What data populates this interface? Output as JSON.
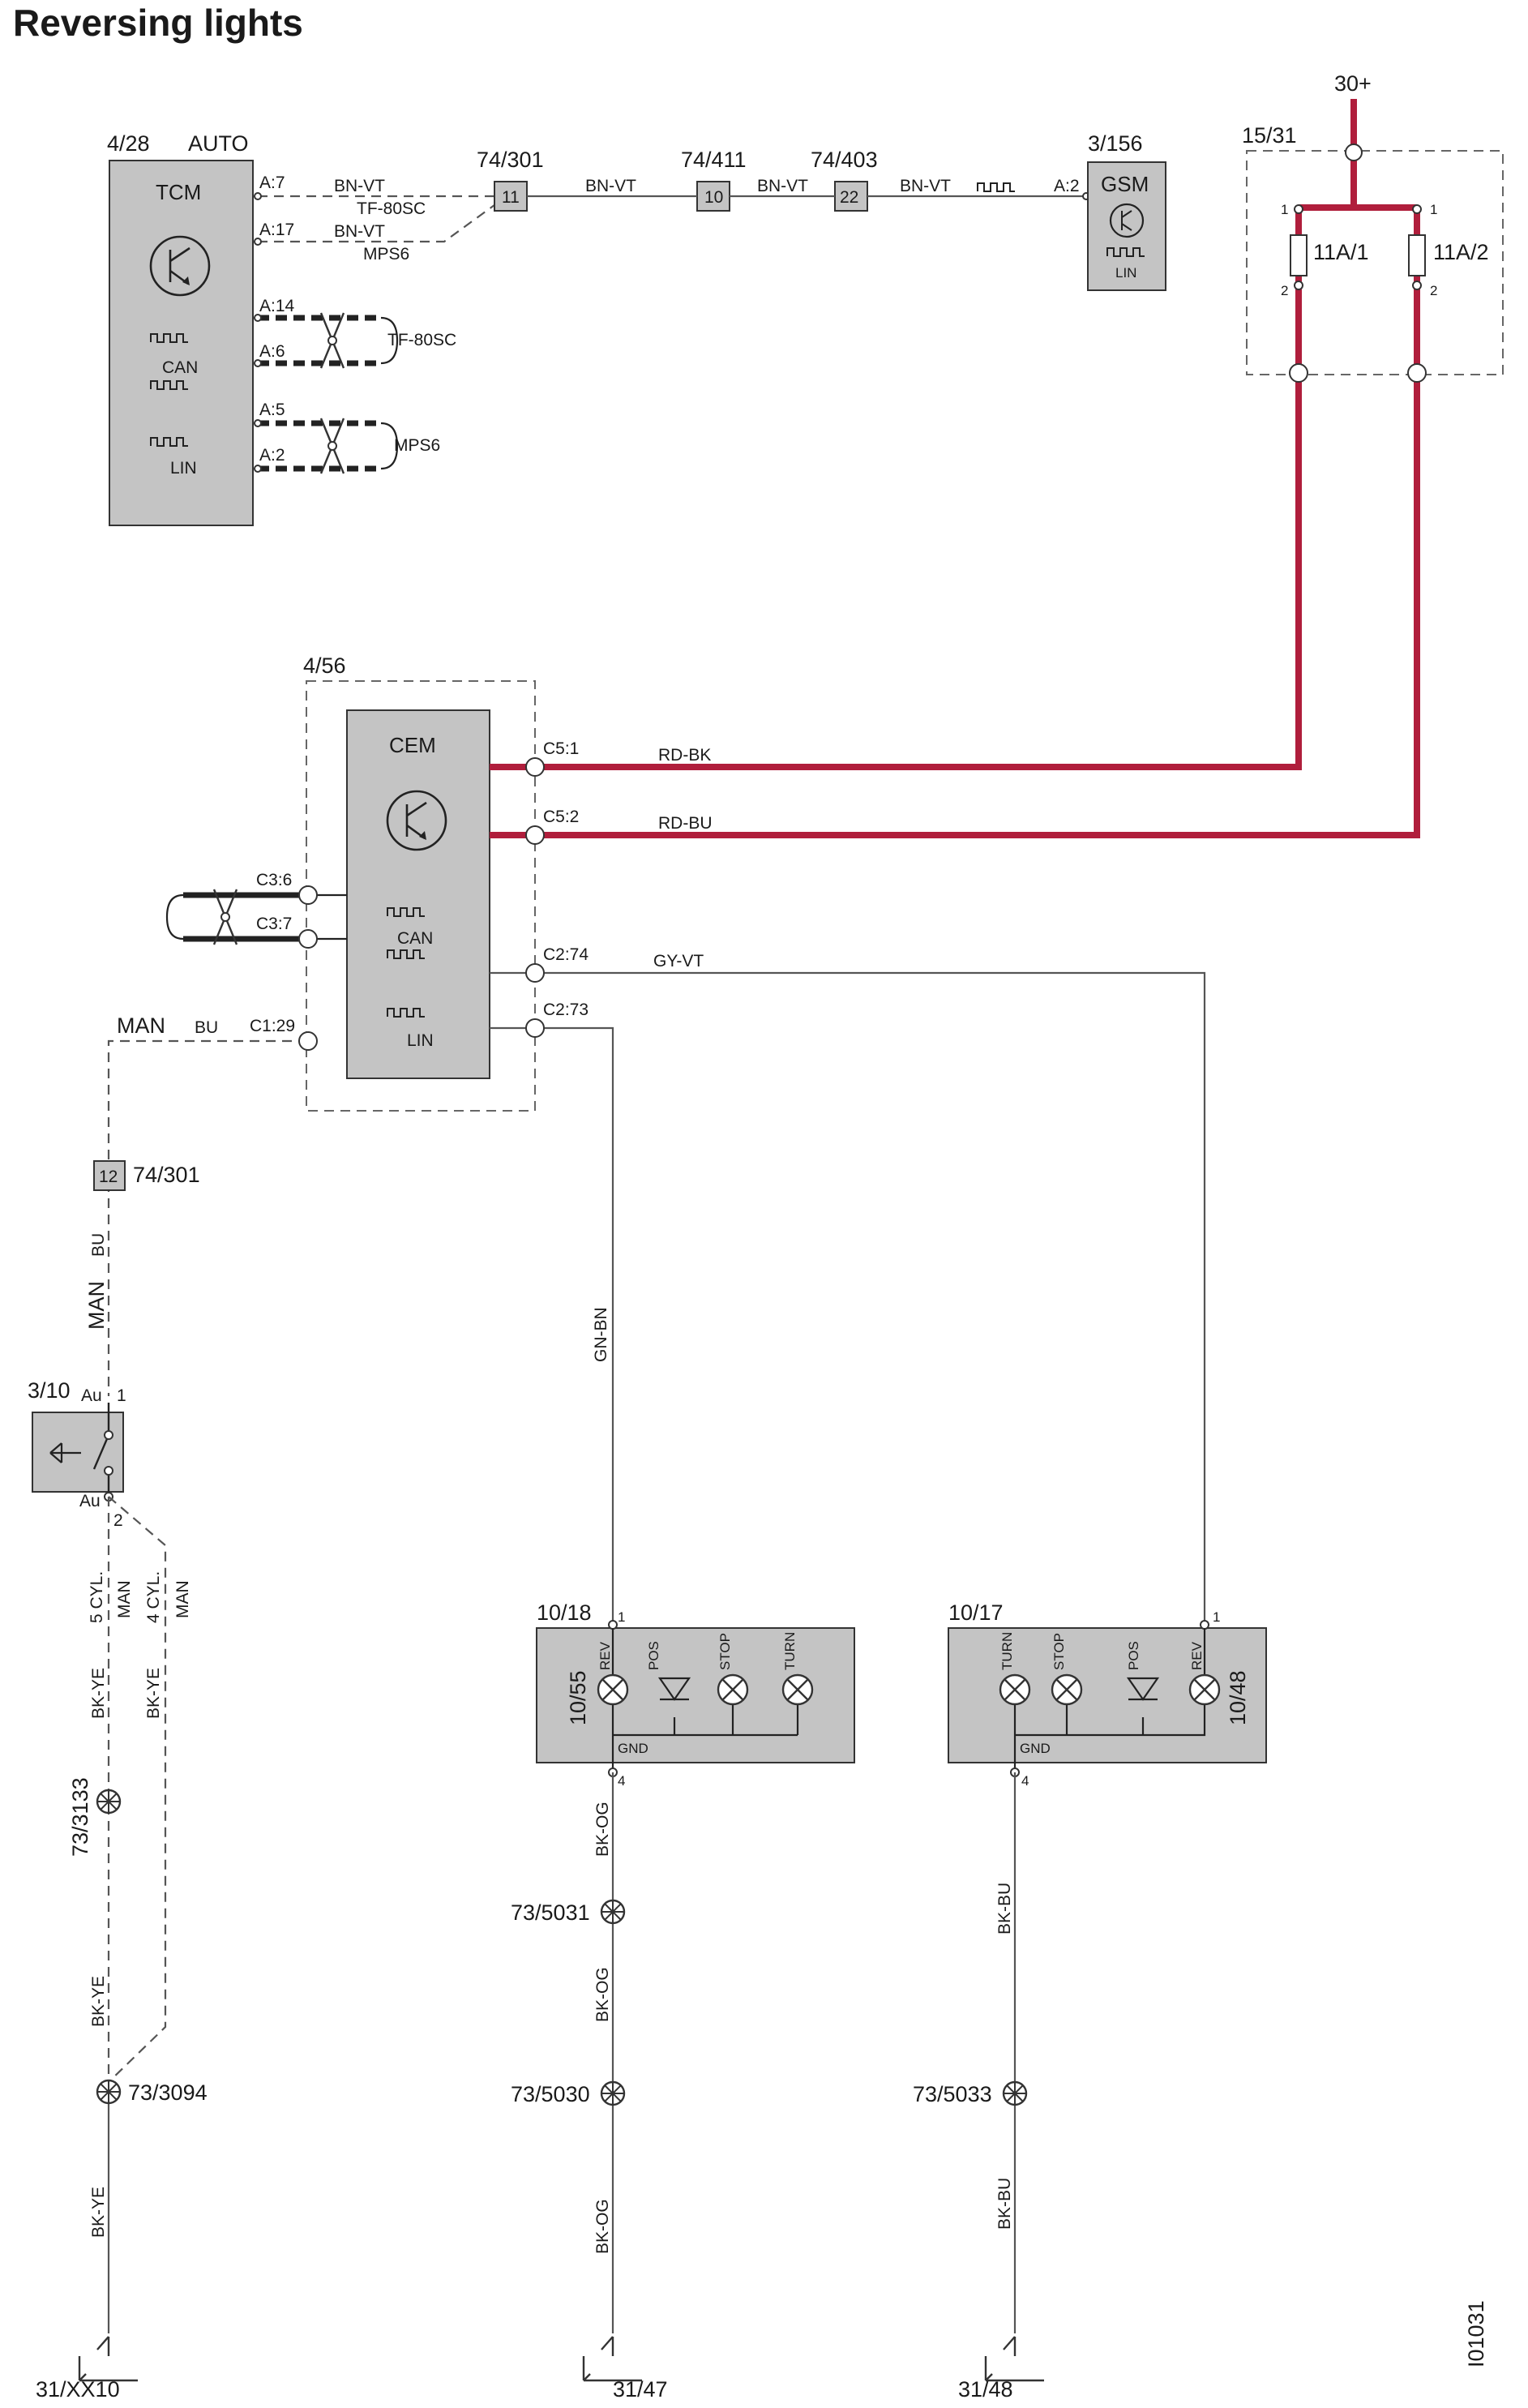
{
  "title": "Reversing lights",
  "drawing_id": "I01031",
  "colors": {
    "power_wire": "#b01e3c",
    "component_fill": "#c4c4c4"
  },
  "supply": "30+",
  "fusebox": {
    "ref": "15/31",
    "fuses": [
      "11A/1",
      "11A/2"
    ],
    "pin_top": "1",
    "pin_bottom": "2"
  },
  "tcm": {
    "ref": "4/28",
    "variant": "AUTO",
    "name": "TCM",
    "can": "CAN",
    "lin": "LIN",
    "pins": [
      "A:7",
      "A:17",
      "A:14",
      "A:6",
      "A:5",
      "A:2"
    ],
    "wire_labels": [
      "BN-VT",
      "TF-80SC",
      "BN-VT",
      "MPS6"
    ],
    "bus_labels": [
      "TF-80SC",
      "MPS6"
    ]
  },
  "junctions": [
    {
      "ref": "74/301",
      "pin": "11"
    },
    {
      "ref": "74/411",
      "pin": "10"
    },
    {
      "ref": "74/403",
      "pin": "22"
    }
  ],
  "top_wires": [
    "BN-VT",
    "BN-VT",
    "BN-VT"
  ],
  "gsm": {
    "ref": "3/156",
    "name": "GSM",
    "lin": "LIN",
    "pin": "A:2"
  },
  "cem": {
    "ref": "4/56",
    "name": "CEM",
    "can": "CAN",
    "lin": "LIN",
    "pins": [
      "C5:1",
      "C5:2",
      "C3:6",
      "C3:7",
      "C2:74",
      "C2:73",
      "C1:29"
    ],
    "wires": [
      "RD-BK",
      "RD-BU",
      "GY-VT"
    ]
  },
  "left_branch": {
    "man_label": "MAN",
    "wire_bu": "BU",
    "junction": {
      "pin": "12",
      "ref": "74/301"
    },
    "wire_bu_v": "BU",
    "man_v": "MAN",
    "switch": {
      "ref": "3/10",
      "au_top": "Au",
      "pin1": "1",
      "au_bottom": "Au",
      "pin2": "2"
    },
    "cyl5": "5 CYL.",
    "man5": "MAN",
    "cyl4": "4 CYL.",
    "man4": "MAN",
    "wire_bkye": [
      "BK-YE",
      "BK-YE",
      "BK-YE",
      "BK-YE"
    ],
    "splices": [
      "73/3133",
      "73/3094"
    ],
    "ground": "31/XX10"
  },
  "lamp_left": {
    "ref": "10/18",
    "bulb": "10/55",
    "pin_in": "1",
    "pin_gnd": "4",
    "gnd": "GND",
    "lamps": [
      "REV",
      "POS",
      "STOP",
      "TURN"
    ],
    "feed_wire": "GN-BN",
    "wires": [
      "BK-OG",
      "BK-OG",
      "BK-OG"
    ],
    "splices": [
      "73/5031",
      "73/5030"
    ],
    "ground": "31/47"
  },
  "lamp_right": {
    "ref": "10/17",
    "bulb": "10/48",
    "pin_in": "1",
    "pin_gnd": "4",
    "gnd": "GND",
    "lamps": [
      "TURN",
      "STOP",
      "POS",
      "REV"
    ],
    "wires": [
      "BK-BU",
      "BK-BU"
    ],
    "splices": [
      "73/5033"
    ],
    "ground": "31/48"
  }
}
